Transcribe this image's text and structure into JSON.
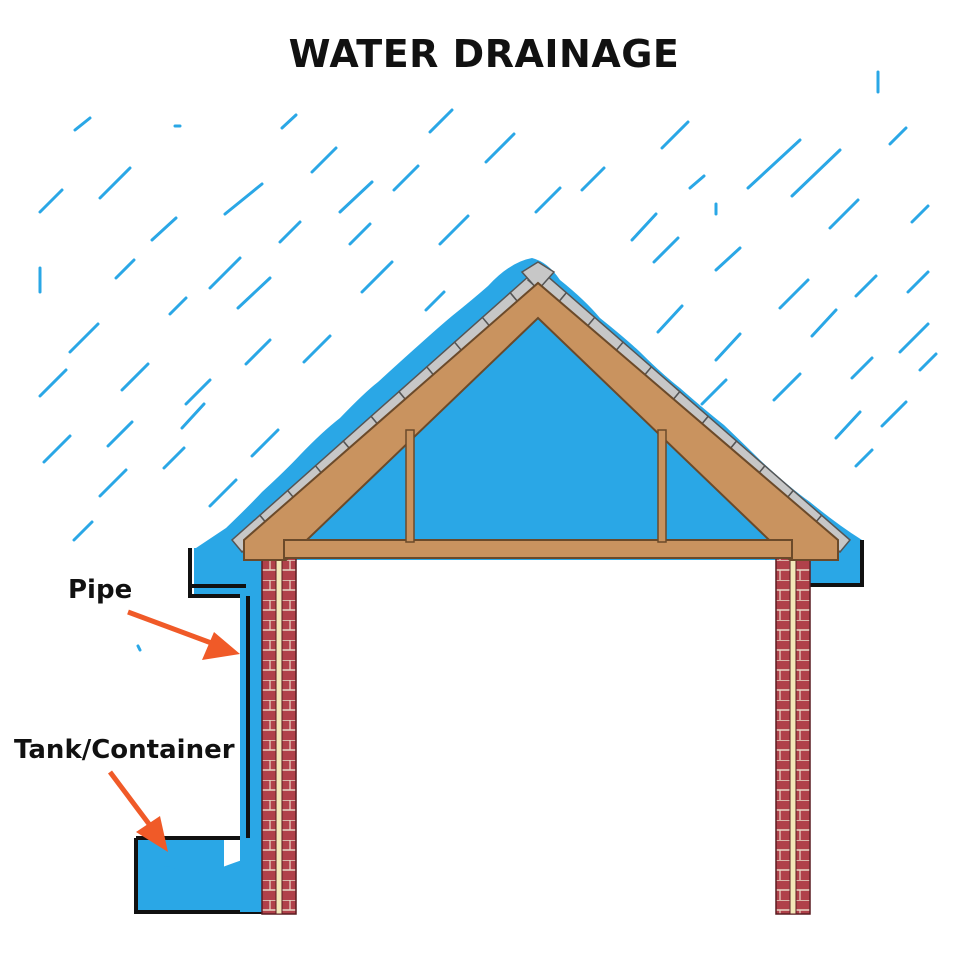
{
  "title": "WATER DRAINAGE",
  "labels": {
    "pipe": "Pipe",
    "tank": "Tank/Container"
  },
  "colors": {
    "water": "#2aa7e6",
    "wood": "#c9935f",
    "wood_outline": "#6b4a2a",
    "brick": "#b0414a",
    "brick_mortar": "#e9d9c7",
    "tile": "#c7c7c7",
    "arrow": "#f05a28",
    "outline": "#111111"
  },
  "icons": {
    "rain": "rain-streak-icon",
    "arrow": "pointer-arrow-icon"
  }
}
